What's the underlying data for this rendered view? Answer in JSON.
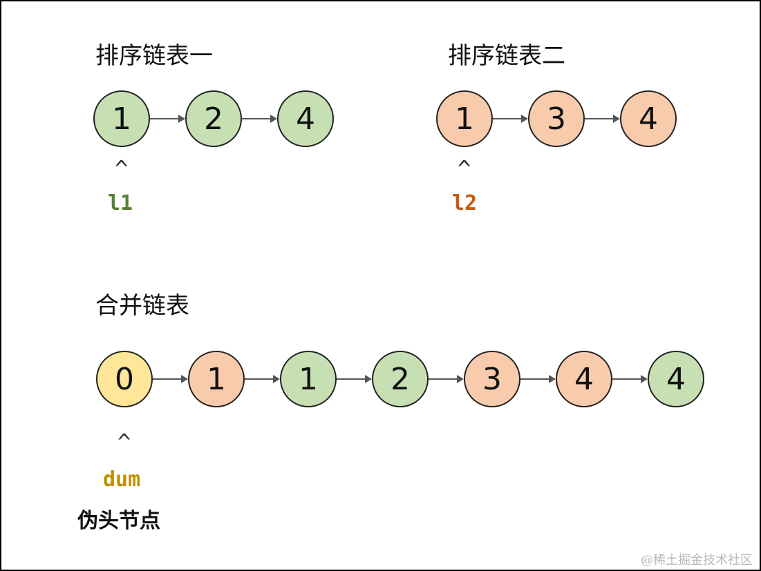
{
  "list1": {
    "title": "排序链表一",
    "nodes": [
      {
        "value": "1",
        "color": "#c6e0b4"
      },
      {
        "value": "2",
        "color": "#c6e0b4"
      },
      {
        "value": "4",
        "color": "#c6e0b4"
      }
    ],
    "caret": "^",
    "pointer": "l1",
    "pointer_color": "#548235"
  },
  "list2": {
    "title": "排序链表二",
    "nodes": [
      {
        "value": "1",
        "color": "#f8cbad"
      },
      {
        "value": "3",
        "color": "#f8cbad"
      },
      {
        "value": "4",
        "color": "#f8cbad"
      }
    ],
    "caret": "^",
    "pointer": "l2",
    "pointer_color": "#c55a11"
  },
  "merged": {
    "title": "合并链表",
    "nodes": [
      {
        "value": "0",
        "color": "#ffe699"
      },
      {
        "value": "1",
        "color": "#f8cbad"
      },
      {
        "value": "1",
        "color": "#c6e0b4"
      },
      {
        "value": "2",
        "color": "#c6e0b4"
      },
      {
        "value": "3",
        "color": "#f8cbad"
      },
      {
        "value": "4",
        "color": "#f8cbad"
      },
      {
        "value": "4",
        "color": "#c6e0b4"
      }
    ],
    "caret": "^",
    "pointer": "dum",
    "pointer_color": "#bf9000",
    "note": "伪头节点"
  },
  "watermark": "@稀土掘金技术社区"
}
